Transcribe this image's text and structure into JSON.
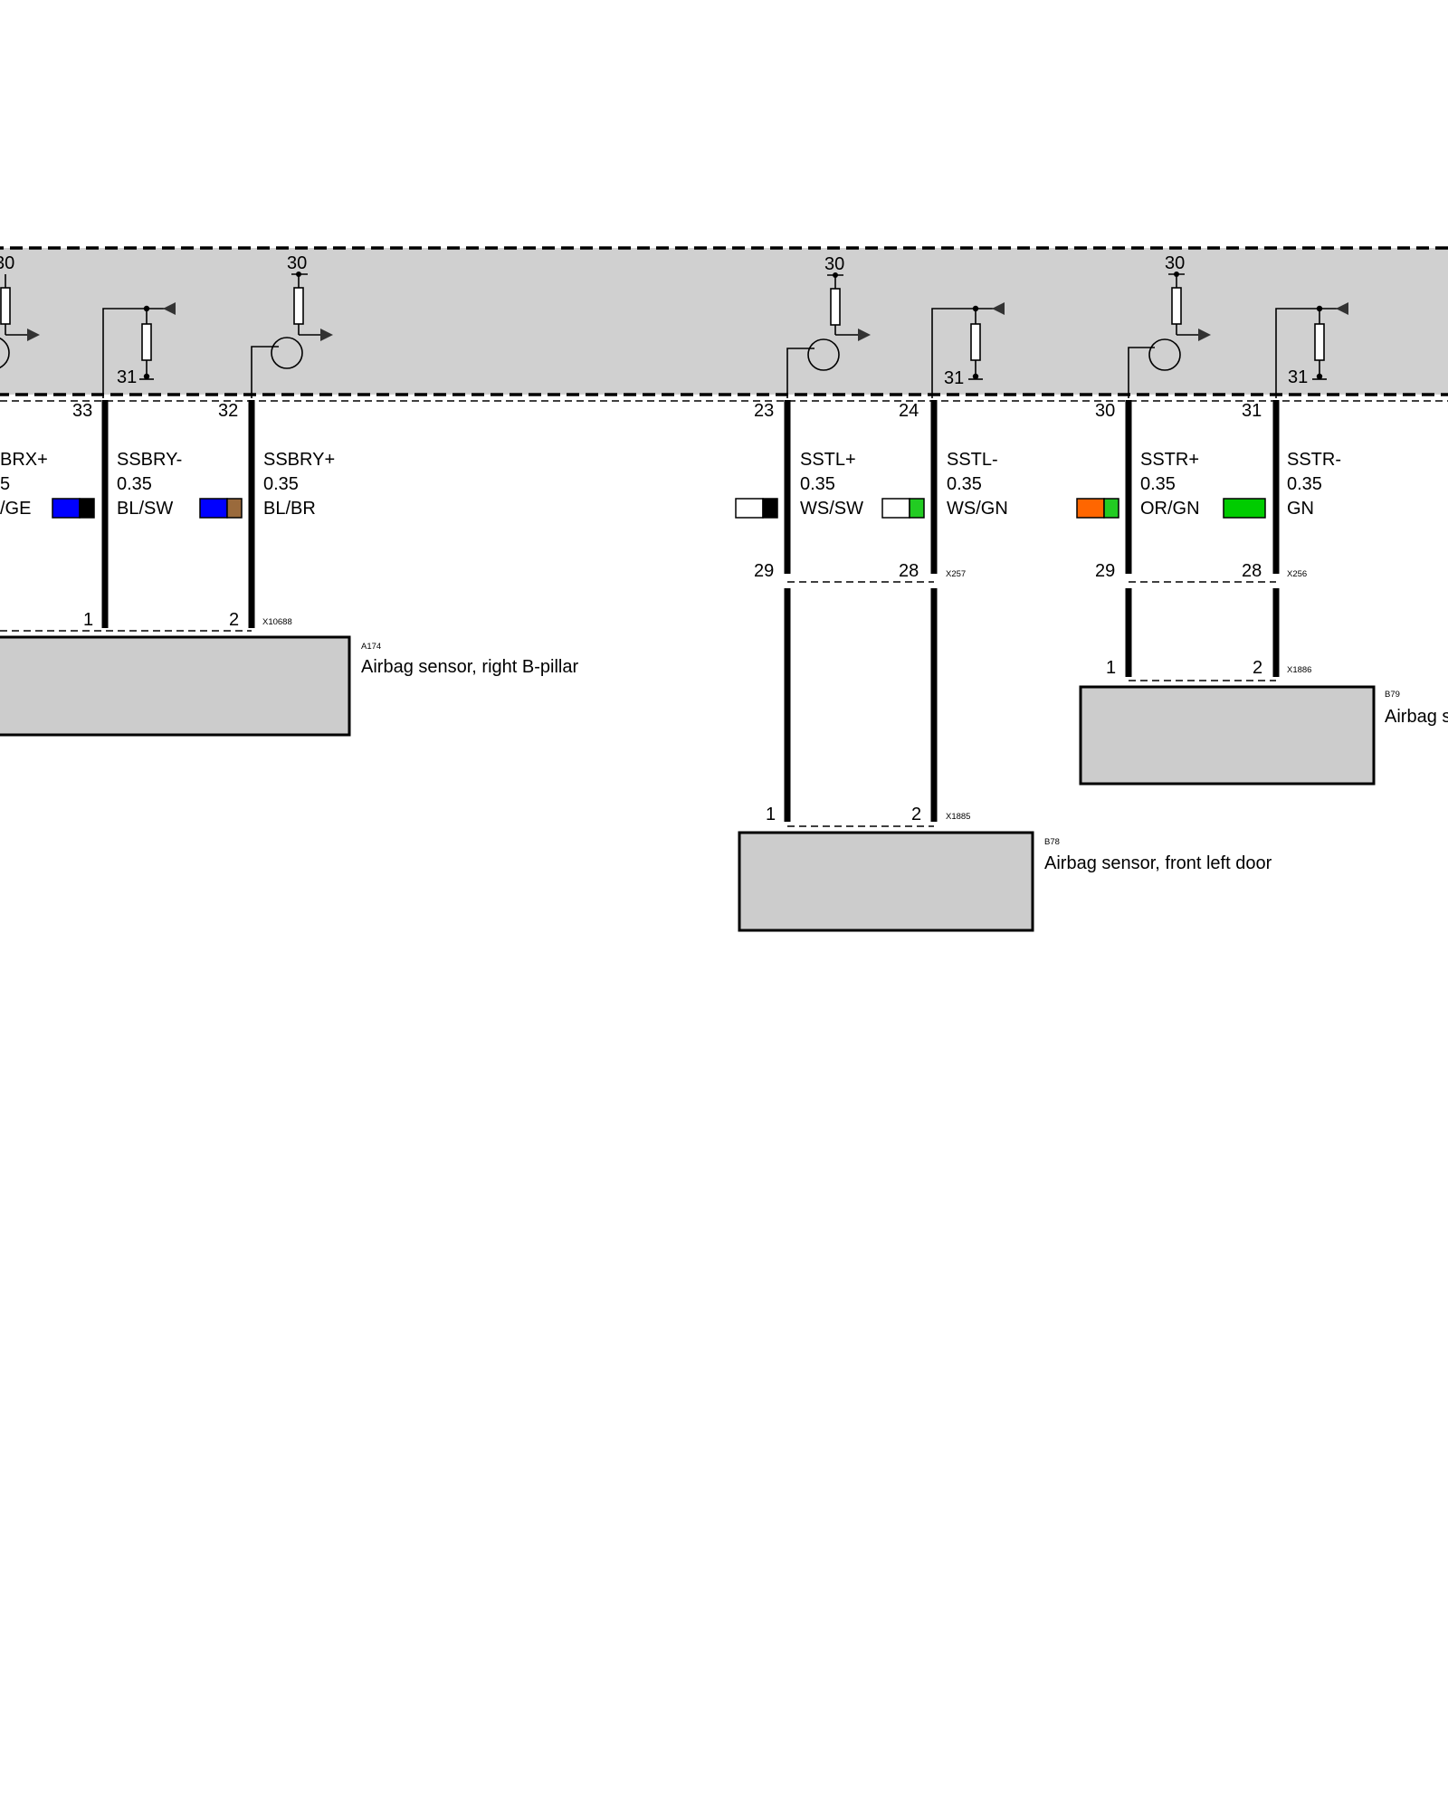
{
  "module_pins": {
    "p33": "33",
    "p32": "32",
    "p23": "23",
    "p24": "24",
    "p30": "30",
    "p31": "31"
  },
  "supply_labels": {
    "s1": "30",
    "s2": "30",
    "s3": "30",
    "s4": "30"
  },
  "ground_labels": {
    "g1": "31",
    "g2": "31",
    "g3": "31"
  },
  "wires": [
    {
      "signal": "BRX+",
      "gauge": "5",
      "color": "/GE",
      "swatch": [
        "#0000ff",
        "#000000"
      ]
    },
    {
      "signal": "SSBRY-",
      "gauge": "0.35",
      "color": "BL/SW",
      "swatch": [
        "#0000ff",
        "#9a6a3c"
      ]
    },
    {
      "signal": "SSBRY+",
      "gauge": "0.35",
      "color": "BL/BR",
      "swatch": null
    },
    {
      "signal": "SSTL+",
      "gauge": "0.35",
      "color": "WS/SW",
      "swatch": [
        "#ffffff",
        "#000000"
      ]
    },
    {
      "signal": "SSTL-",
      "gauge": "0.35",
      "color": "WS/GN",
      "swatch": [
        "#ffffff",
        "#22cc22"
      ]
    },
    {
      "signal": "SSTR+",
      "gauge": "0.35",
      "color": "OR/GN",
      "swatch": [
        "#ff6600",
        "#22cc22"
      ]
    },
    {
      "signal": "SSTR-",
      "gauge": "0.35",
      "color": "GN",
      "swatch": [
        "#00cc00",
        "#00cc00"
      ]
    }
  ],
  "connectors": {
    "x10688": {
      "id": "X10688",
      "pin_a": "1",
      "pin_b": "2"
    },
    "x257": {
      "id": "X257",
      "pin_a": "29",
      "pin_b": "28"
    },
    "x256": {
      "id": "X256",
      "pin_a": "29",
      "pin_b": "28"
    },
    "x1885": {
      "id": "X1885",
      "pin_a": "1",
      "pin_b": "2"
    },
    "x1886": {
      "id": "X1886",
      "pin_a": "1",
      "pin_b": "2"
    }
  },
  "components": {
    "a174": {
      "ref": "A174",
      "name": "Airbag sensor, right B-pillar"
    },
    "b78": {
      "ref": "B78",
      "name": "Airbag sensor, front left door"
    },
    "b79": {
      "ref": "B79",
      "name": "Airbag s"
    }
  },
  "colors": {
    "panel": "#d0d0d0",
    "component_box": "#cccccc"
  }
}
